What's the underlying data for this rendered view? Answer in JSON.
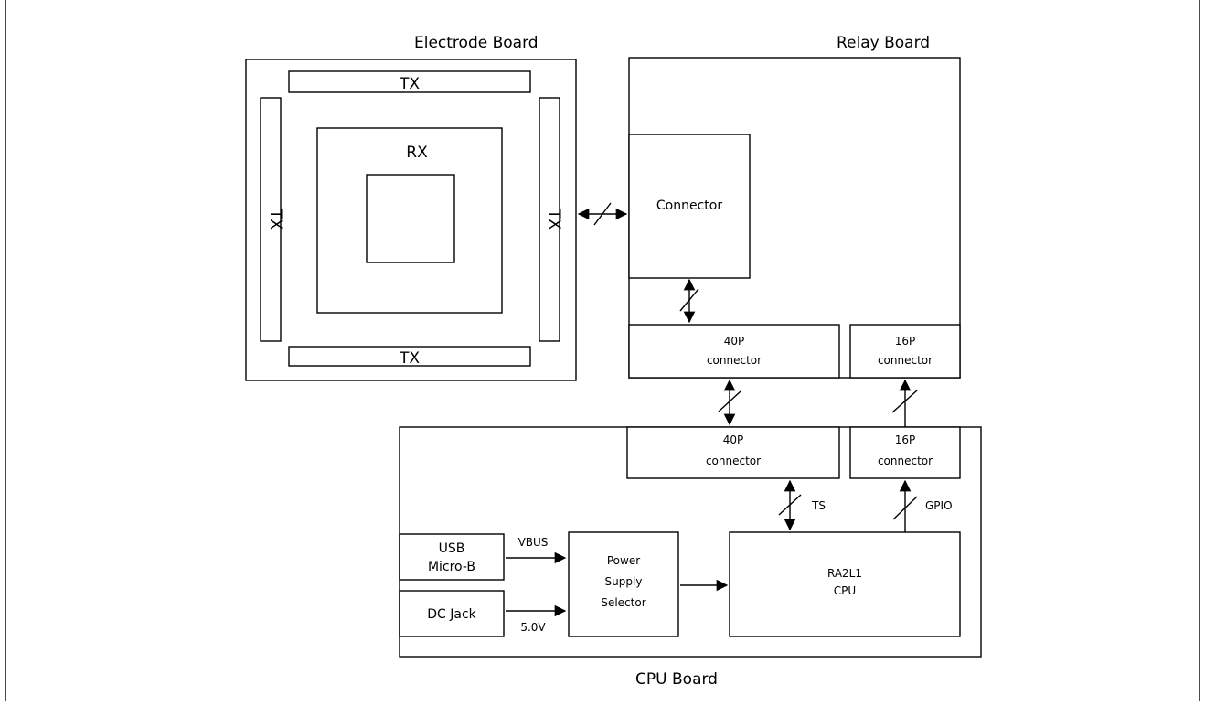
{
  "boards": {
    "electrode": {
      "title": "Electrode Board",
      "tx_top": "TX",
      "tx_bottom": "TX",
      "tx_left": "TX",
      "tx_right": "TX",
      "rx": "RX"
    },
    "relay": {
      "title": "Relay Board",
      "connector": "Connector",
      "conn40_line1": "40P",
      "conn40_line2": "connector",
      "conn16_line1": "16P",
      "conn16_line2": "connector"
    },
    "cpu": {
      "title": "CPU Board",
      "conn40_line1": "40P",
      "conn40_line2": "connector",
      "conn16_line1": "16P",
      "conn16_line2": "connector",
      "usb_line1": "USB",
      "usb_line2": "Micro-B",
      "dcjack": "DC Jack",
      "psu_line1": "Power",
      "psu_line2": "Supply",
      "psu_line3": "Selector",
      "cpu_line1": "RA2L1",
      "cpu_line2": "CPU"
    }
  },
  "signals": {
    "ts": "TS",
    "gpio": "GPIO",
    "vbus": "VBUS",
    "v5": "5.0V"
  }
}
